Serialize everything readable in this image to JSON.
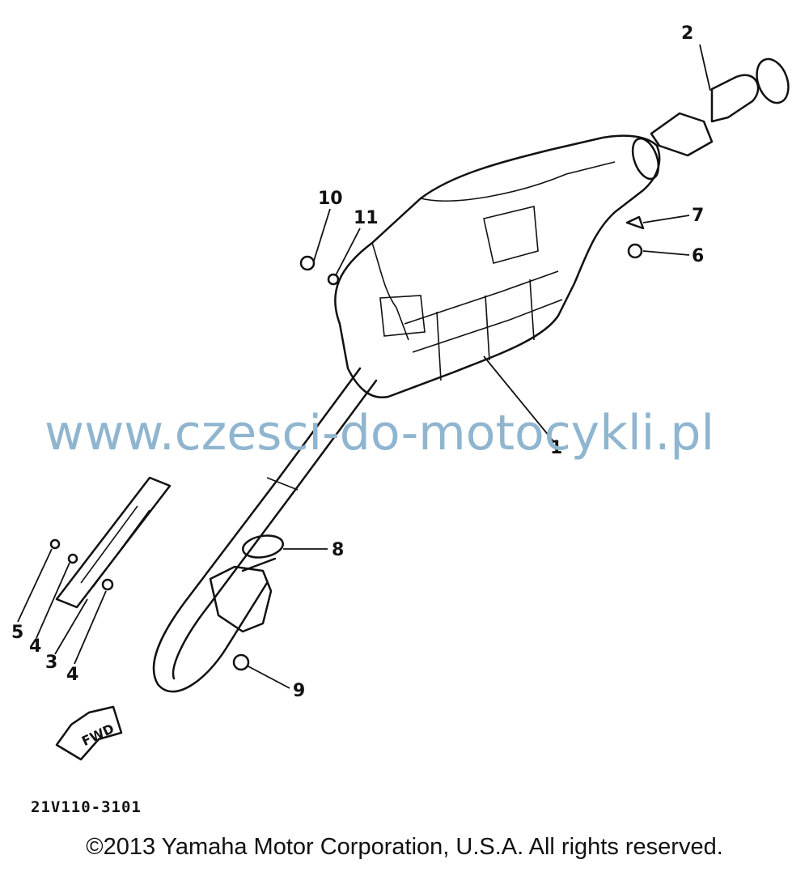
{
  "callouts": {
    "c1": "1",
    "c2": "2",
    "c3": "3",
    "c4a": "4",
    "c4b": "4",
    "c5": "5",
    "c6": "6",
    "c7": "7",
    "c8": "8",
    "c9": "9",
    "c10": "10",
    "c11": "11"
  },
  "fwd_label": "FWD",
  "watermark": "www.czesci-do-motocykli.pl",
  "ref_code": "21V110-3101",
  "copyright": "©2013 Yamaha Motor Corporation, U.S.A. All rights reserved."
}
